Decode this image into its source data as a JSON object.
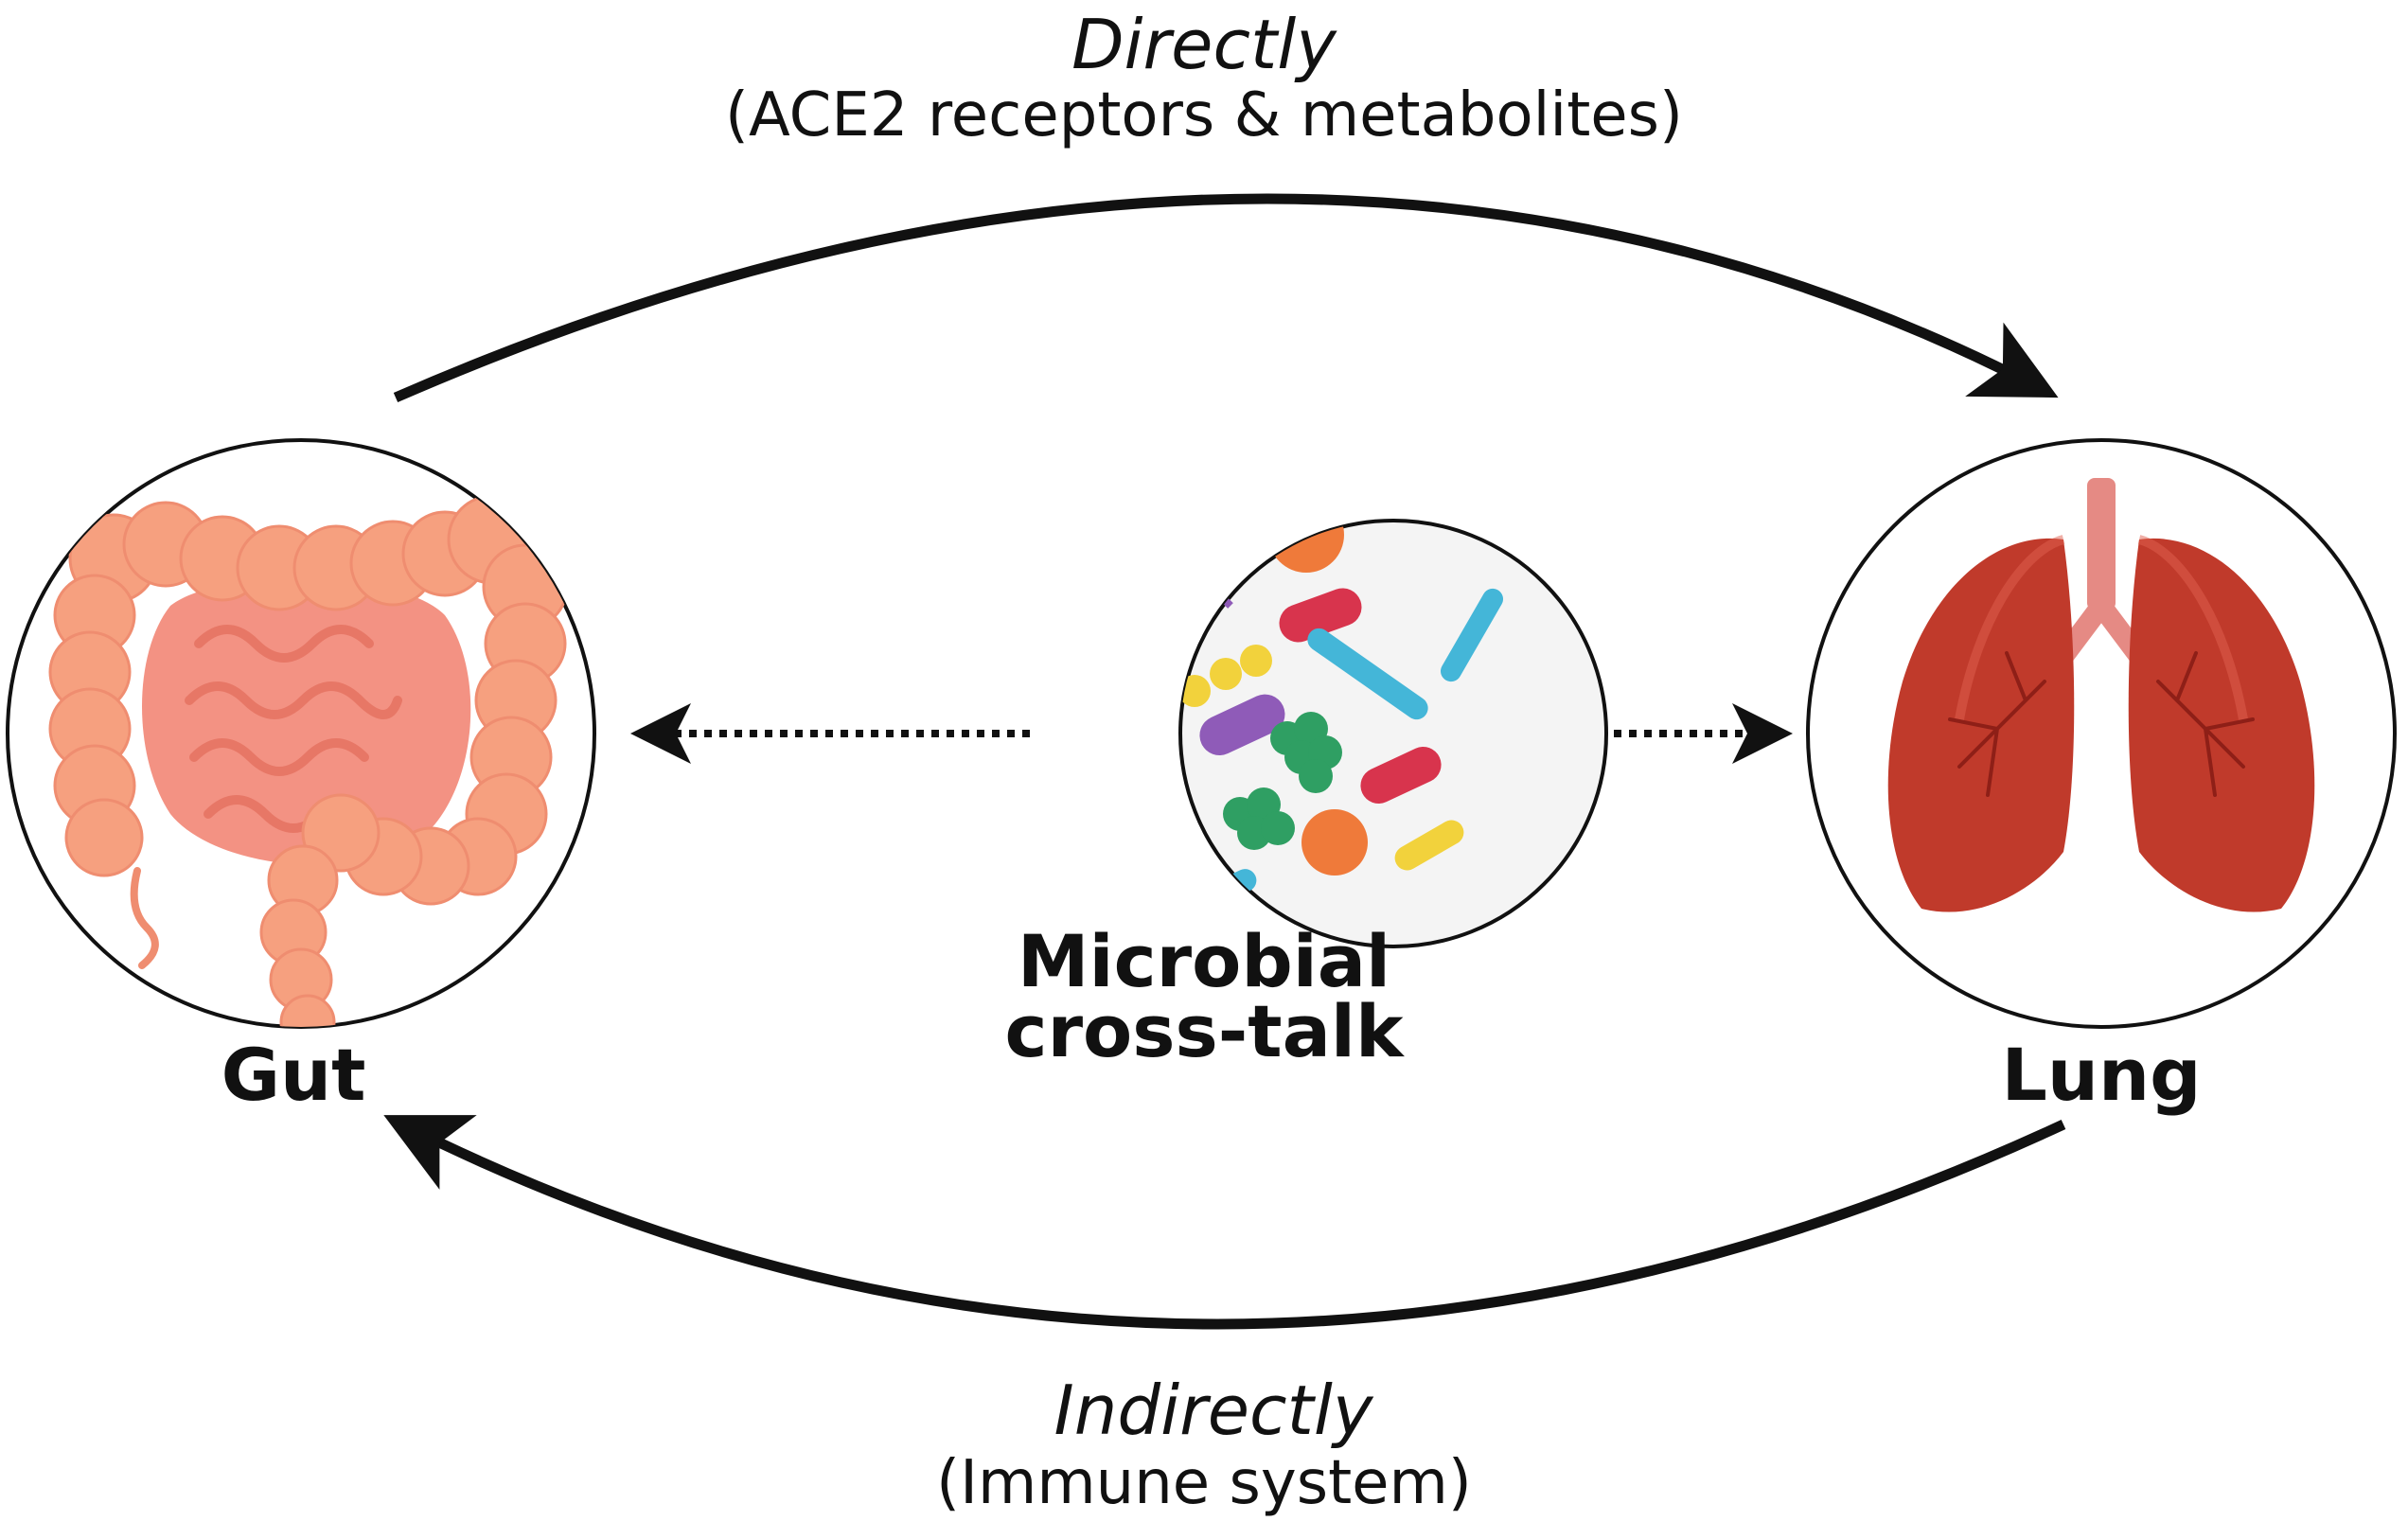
{
  "top": {
    "label": "Directly",
    "detail": "(ACE2 receptors & metabolites)"
  },
  "bottom": {
    "label": "Indirectly",
    "detail": "(Immune system)"
  },
  "nodes": {
    "gut": "Gut",
    "lung": "Lung",
    "center_line1": "Microbial",
    "center_line2": "cross-talk"
  },
  "colors": {
    "ink": "#111111",
    "gut_fill": "#f49a82",
    "gut_inner": "#f6a090",
    "lung_fill": "#c03a2b",
    "lung_dark": "#8e1f17",
    "trachea": "#e58a84"
  }
}
